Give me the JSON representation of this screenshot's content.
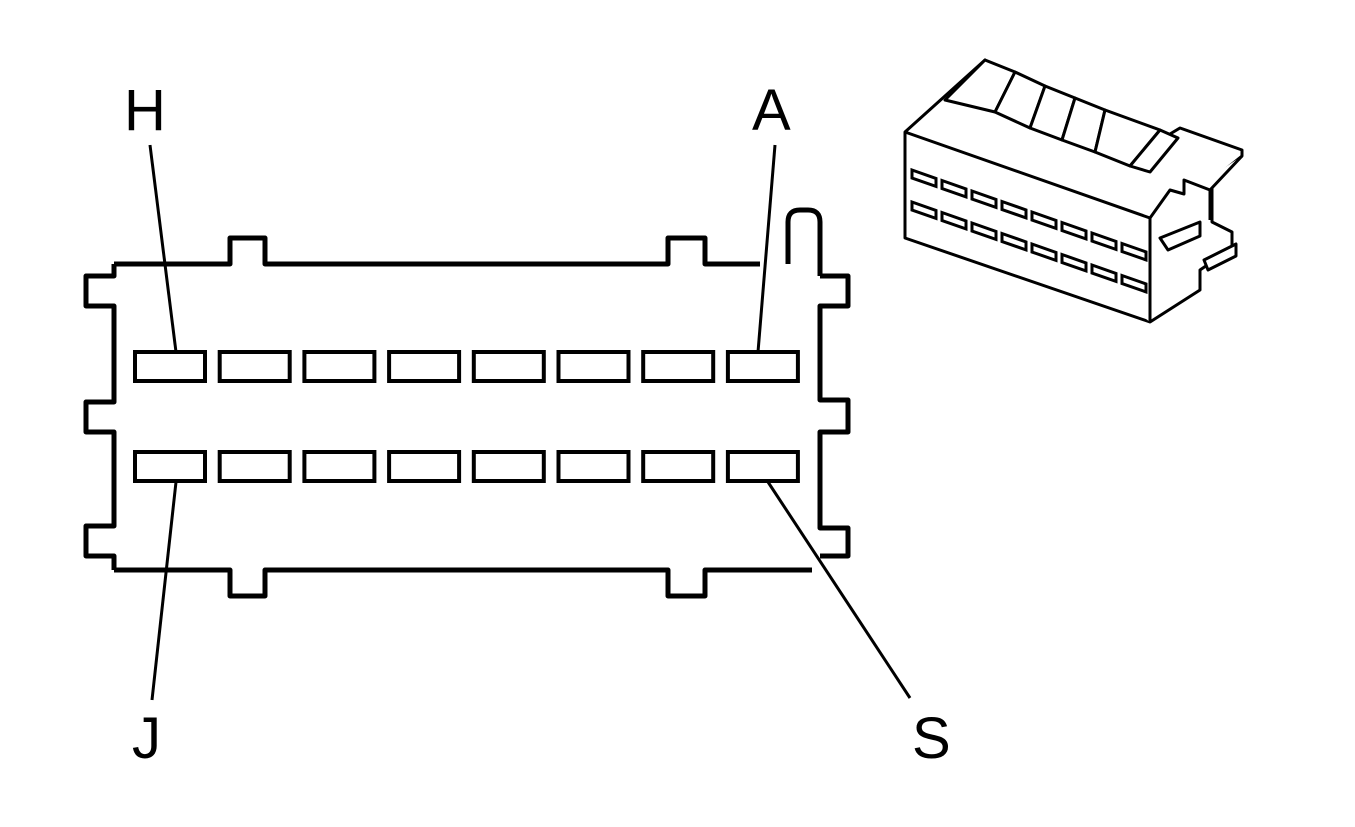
{
  "labels": {
    "top_left": "H",
    "top_right": "A",
    "bottom_left": "J",
    "bottom_right": "S"
  },
  "connector": {
    "rows": 2,
    "cavities_per_row": 8
  },
  "colors": {
    "stroke": "#000000",
    "fill": "#ffffff"
  }
}
